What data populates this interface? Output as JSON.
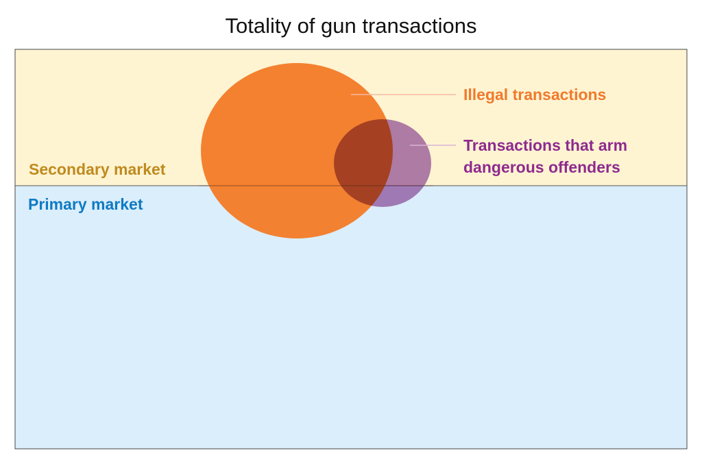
{
  "title": "Totality of gun transactions",
  "regions": {
    "secondary": {
      "label": "Secondary market",
      "color": "#c08a1e",
      "fill": "#fef4d2"
    },
    "primary": {
      "label": "Primary market",
      "color": "#0f7ac4",
      "fill": "#dbeefb"
    }
  },
  "sets": {
    "illegal": {
      "label": "Illegal transactions",
      "color": "#f07a2c",
      "fill": "#f47a26"
    },
    "dangerous": {
      "label_line1": "Transactions that arm",
      "label_line2": "dangerous offenders",
      "color": "#8e2a8e",
      "fill": "#7a2f86"
    }
  }
}
